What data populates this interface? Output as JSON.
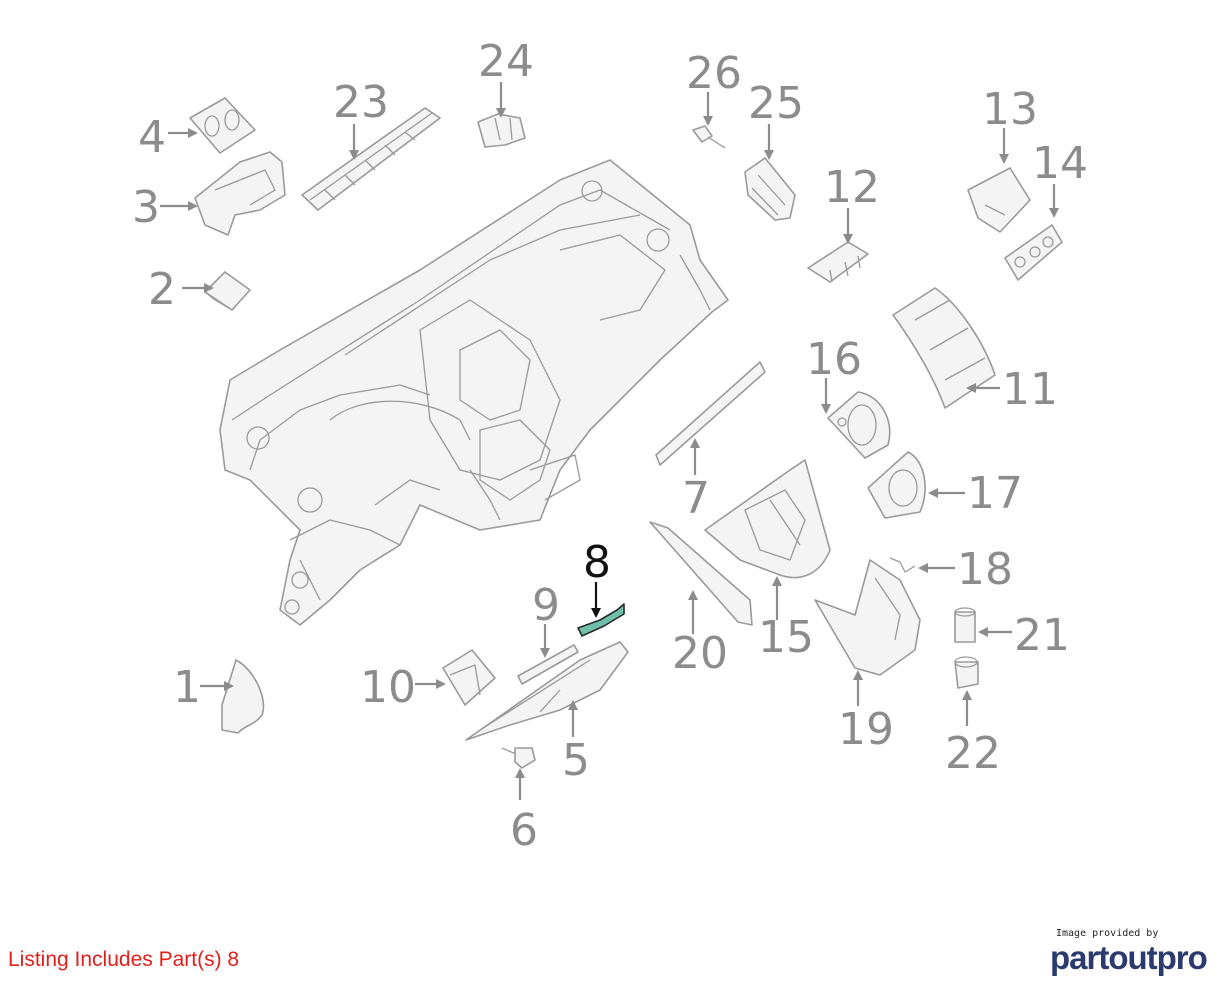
{
  "diagram": {
    "callouts": [
      "1",
      "2",
      "3",
      "4",
      "5",
      "6",
      "7",
      "8",
      "9",
      "10",
      "11",
      "12",
      "13",
      "14",
      "15",
      "16",
      "17",
      "18",
      "19",
      "20",
      "21",
      "22",
      "23",
      "24",
      "25",
      "26"
    ],
    "selected_part": "8",
    "highlight_color": "#6fc0a8"
  },
  "footer": {
    "listing_note": "Listing Includes Part(s) 8",
    "listing_color": "#e0201c",
    "provider_caption": "Image provided by",
    "provider_logo_text": "partoutpro",
    "logo_icon": "partoutpro-logo"
  }
}
